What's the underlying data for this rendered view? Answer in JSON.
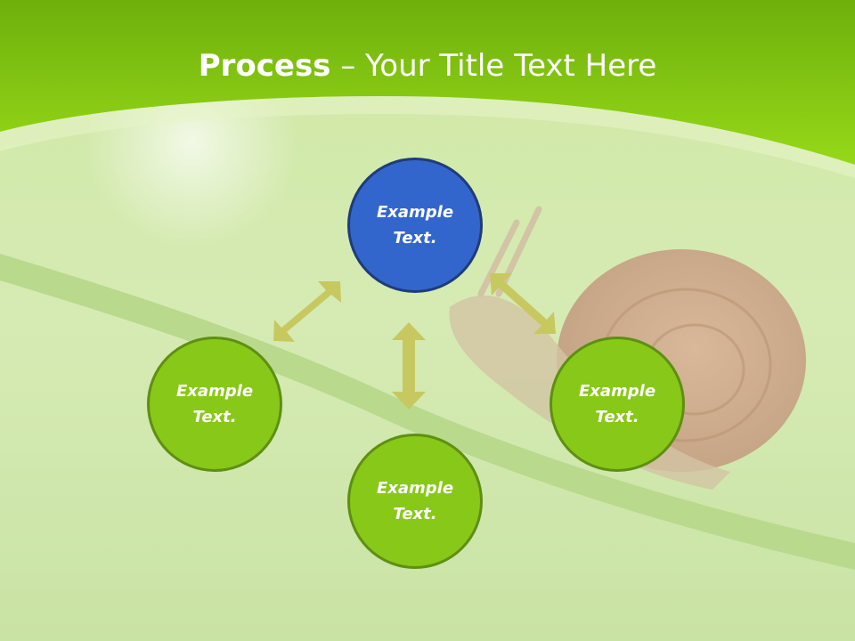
{
  "title": {
    "bold": "Process",
    "rest": " – Your Title Text Here"
  },
  "nodes": {
    "top": {
      "line1": "Example",
      "line2": "Text.",
      "color": "#3366cc"
    },
    "left": {
      "line1": "Example",
      "line2": "Text.",
      "color": "#88c818"
    },
    "right": {
      "line1": "Example",
      "line2": "Text.",
      "color": "#88c818"
    },
    "bottom": {
      "line1": "Example",
      "line2": "Text.",
      "color": "#88c818"
    }
  },
  "colors": {
    "header_green": "#8fd11a",
    "arrow": "#c8c860",
    "background": "#cfe6a8"
  },
  "background_image": "snail-on-stem-photo"
}
